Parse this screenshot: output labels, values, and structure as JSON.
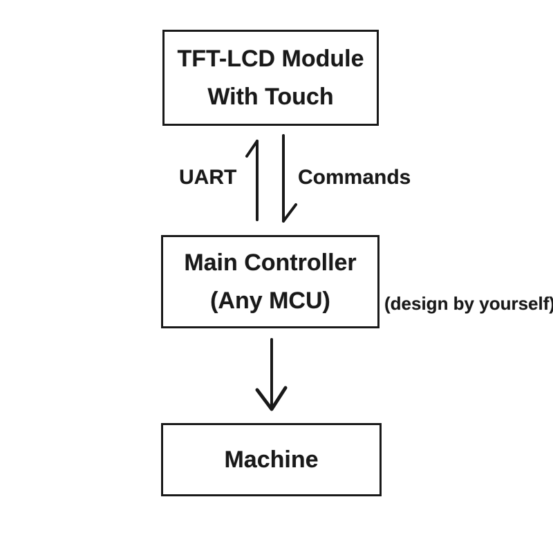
{
  "canvas": {
    "background": "#ffffff",
    "ink": "#191919"
  },
  "nodes": {
    "tft": {
      "line1": "TFT-LCD Module",
      "line2": "With Touch"
    },
    "mcu": {
      "line1": "Main Controller",
      "line2": "(Any MCU)"
    },
    "machine": {
      "line1": "Machine"
    }
  },
  "edges": {
    "uart_label": "UART",
    "commands_label": "Commands"
  },
  "caption": {
    "text": "(design by yourself)"
  },
  "icons": {
    "arrow_up": "up-arrow-half-barb",
    "arrow_down": "down-arrow-half-barb",
    "arrow_down_full": "down-arrow-v-head"
  }
}
